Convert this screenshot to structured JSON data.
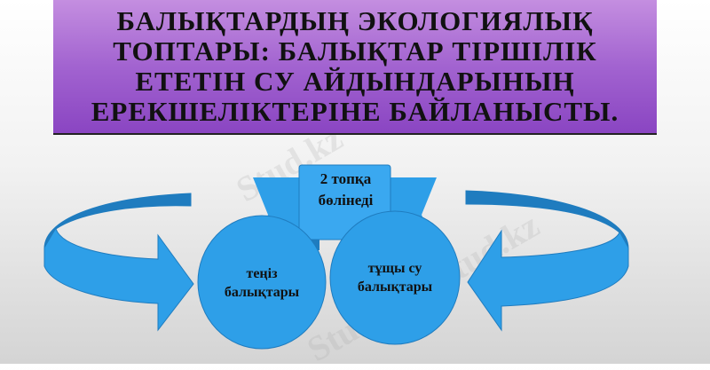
{
  "slide": {
    "title": "БАЛЫҚТАРДЫҢ ЭКОЛОГИЯЛЫҚ ТОПТАРЫ: БАЛЫҚТАР ТІРШІЛІК ЕТЕТІН СУ АЙДЫНДАРЫНЫҢ ЕРЕКШЕЛІКТЕРІНЕ БАЙЛАНЫСТЫ.",
    "banner": "2 топқа бөлінеді",
    "left_circle": "теңіз балықтары",
    "right_circle": "тұщы су балықтары",
    "watermark": "Stud.kz - Stud.kz"
  },
  "colors": {
    "title_bg": "#a263d0",
    "shape_fill": "#2e9fe8",
    "shape_dark": "#1f7cbf"
  }
}
